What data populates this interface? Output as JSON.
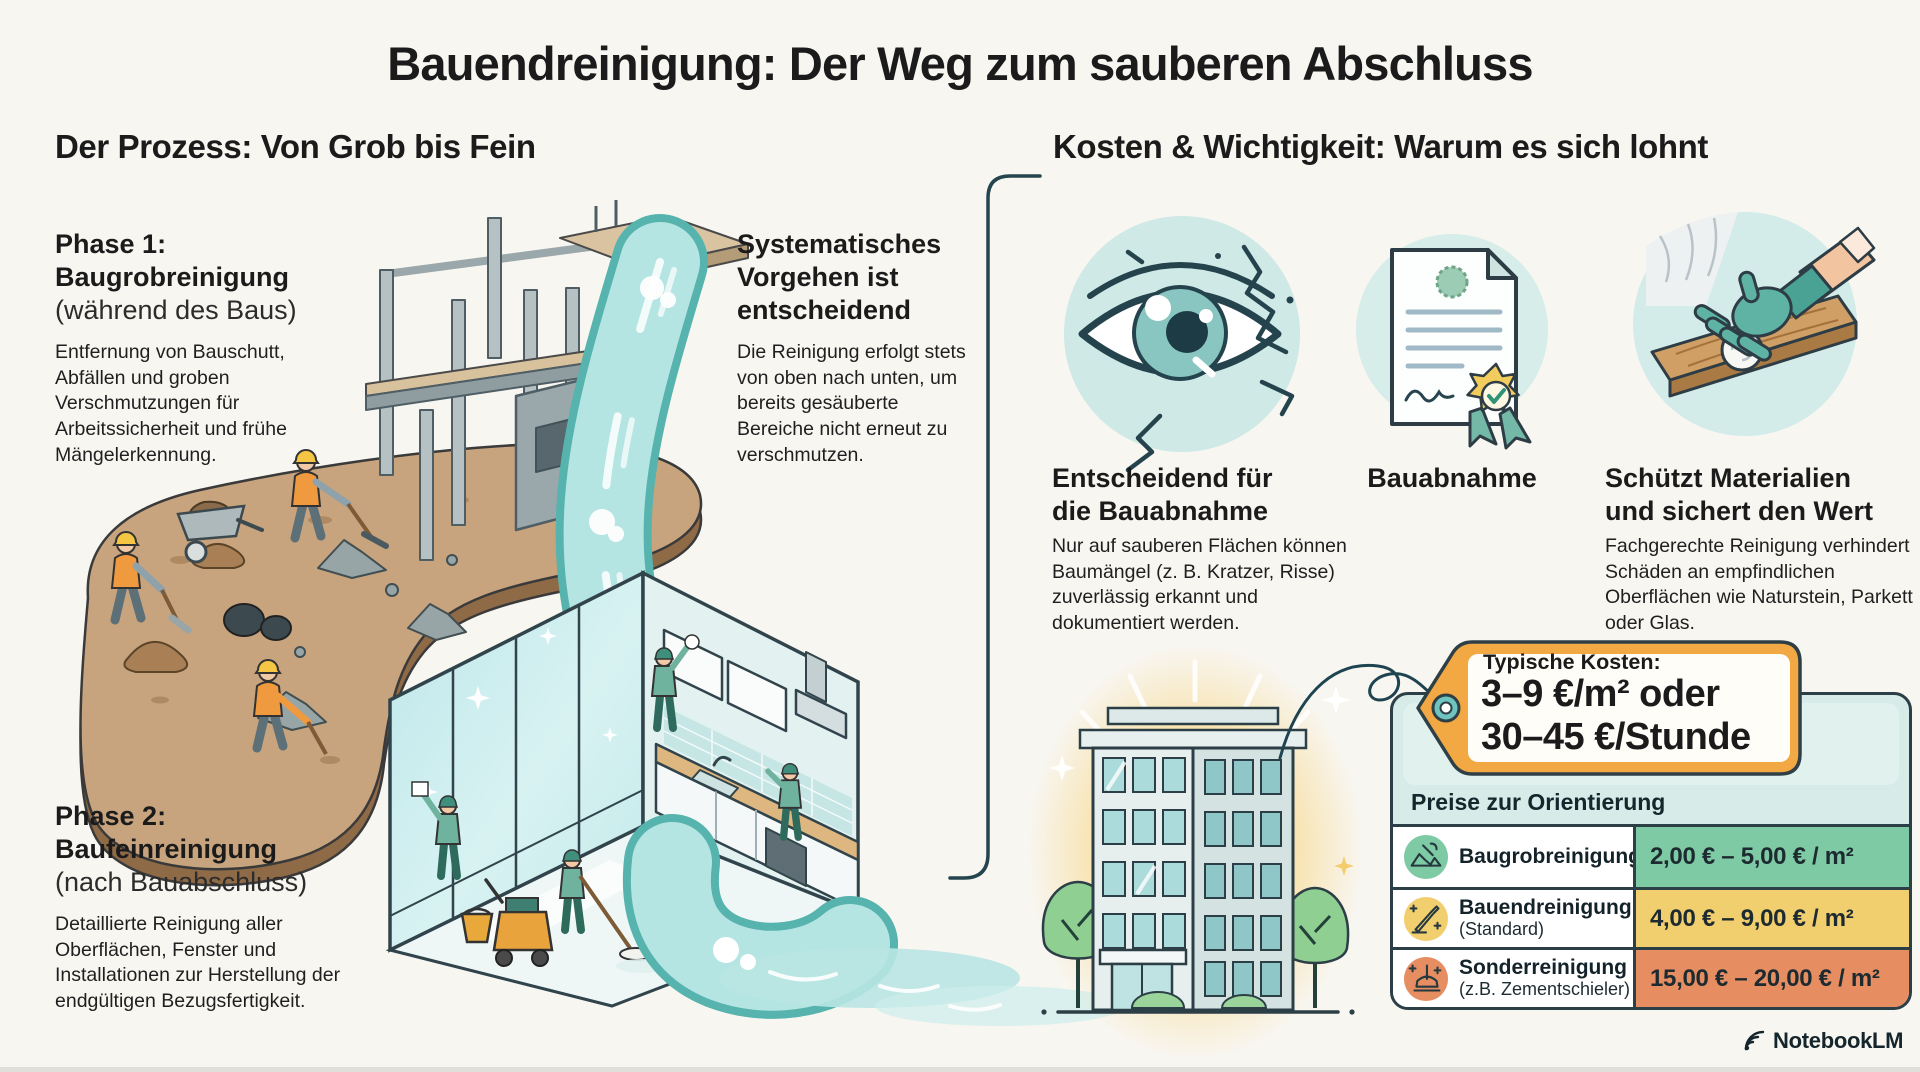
{
  "title": "Bauendreinigung: Der Weg zum sauberen Abschluss",
  "process": {
    "heading": "Der Prozess: Von Grob bis Fein",
    "phase1": {
      "line1": "Phase 1:",
      "line2": "Baugrobreinigung",
      "line3": "(während des Baus)",
      "body": "Entfernung von Bauschutt, Abfällen und groben Verschmutzungen für Arbeitssicherheit und frühe Mängelerkennung."
    },
    "systematic": {
      "title": "Systematisches Vorgehen ist entscheidend",
      "body": "Die Reinigung erfolgt stets von oben nach unten, um bereits gesäuberte Bereiche nicht erneut zu verschmutzen."
    },
    "phase2": {
      "line1": "Phase 2:",
      "line2": "Baufeinreinigung",
      "line3": "(nach Bauabschluss)",
      "body": "Detaillierte Reinigung aller Oberflächen, Fenster und Installationen zur Herstellung der endgültigen Bezugsfertigkeit."
    }
  },
  "benefits": {
    "heading": "Kosten & Wichtigkeit: Warum es sich lohnt",
    "items": [
      {
        "icon": "eye-crack-icon",
        "title": "Entscheidend für die Bauabnahme",
        "body": "Nur auf sauberen Flächen können Baumängel (z. B. Kratzer, Risse) zuverlässig erkannt und dokumentiert werden."
      },
      {
        "icon": "certificate-icon",
        "title": "Bauabnahme",
        "body": ""
      },
      {
        "icon": "glove-wipe-icon",
        "title": "Schützt Materialien und sichert den Wert",
        "body": "Fachgerechte Reinigung verhindert Schäden an empfindlichen Oberflächen wie Naturstein, Parkett oder Glas."
      }
    ]
  },
  "costs": {
    "tag": {
      "label": "Typische Kosten:",
      "line1": "3–9 €/m² oder",
      "line2": "30–45 €/Stunde"
    },
    "table": {
      "heading": "Preise zur Orientierung",
      "rows": [
        {
          "icon": "rubble-icon",
          "label": "Baugrobreinigung",
          "sublabel": "",
          "price": "2,00 € – 5,00 € / m²",
          "color": "#7ecaa5"
        },
        {
          "icon": "trowel-icon",
          "label": "Bauendreinigung",
          "sublabel": "(Standard)",
          "price": "4,00 € – 9,00 € / m²",
          "color": "#f2cf6e"
        },
        {
          "icon": "plunger-icon",
          "label": "Sonderreinigung",
          "sublabel": "(z.B. Zementschieler)",
          "price": "15,00 € – 20,00 € / m²",
          "color": "#e78d62"
        }
      ]
    }
  },
  "footer": {
    "brand": "NotebookLM"
  },
  "colors": {
    "background": "#f8f6f1",
    "water": "#a9dedb",
    "water_edge": "#57b3ad",
    "tag_orange": "#f2a843",
    "glow_yellow": "#f6d07c",
    "icon_circle_teal": "#cfe9e6",
    "outline_dark": "#2c3e46"
  }
}
